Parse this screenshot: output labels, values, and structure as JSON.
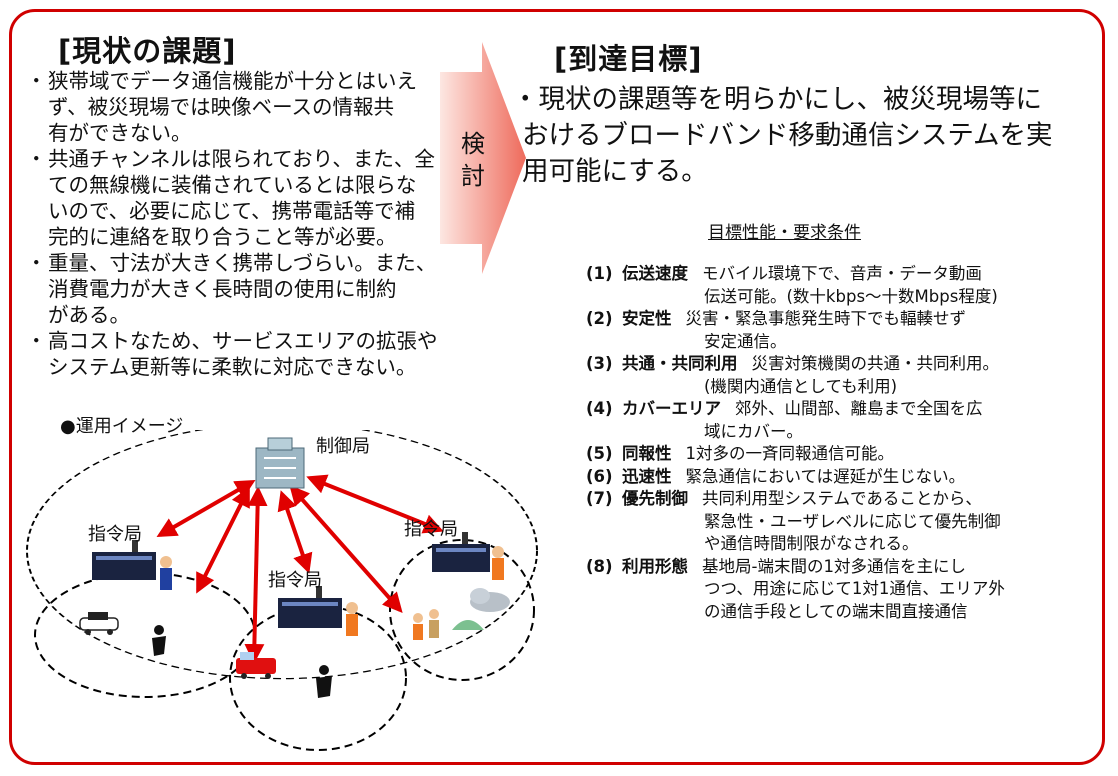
{
  "left": {
    "title": "[現状の課題]",
    "bullets": [
      {
        "lines": [
          "狭帯域でデータ通信機能が十分とはいえ",
          "ず、被災現場では映像ベースの情報共",
          "有ができない。"
        ]
      },
      {
        "lines": [
          "共通チャンネルは限られており、また、全",
          "ての無線機に装備されているとは限らな",
          "いので、必要に応じて、携帯電話等で補",
          "完的に連絡を取り合うこと等が必要。"
        ]
      },
      {
        "lines": [
          "重量、寸法が大きく携帯しづらい。また、",
          "消費電力が大きく長時間の使用に制約",
          "がある。"
        ]
      },
      {
        "lines": [
          "高コストなため、サービスエリアの拡張や",
          "システム更新等に柔軟に対応できない。"
        ]
      }
    ]
  },
  "arrow_label": [
    "検",
    "討"
  ],
  "right": {
    "title": "[到達目標]",
    "goal_lines": [
      "・現状の課題等を明らかにし、被災現場等に",
      "おけるブロードバンド移動通信システムを実",
      "用可能にする。"
    ],
    "requirements_heading": "目標性能・要求条件",
    "requirements": [
      {
        "num": "(1)",
        "name": "伝送速度",
        "lines": [
          "モバイル環境下で、音声・データ動画",
          "伝送可能。(数十kbps〜十数Mbps程度)"
        ]
      },
      {
        "num": "(2)",
        "name": "安定性",
        "lines": [
          "災害・緊急事態発生時下でも輻輳せず",
          "安定通信。"
        ]
      },
      {
        "num": "(3)",
        "name": "共通・共同利用",
        "lines": [
          "災害対策機関の共通・共同利用。",
          "(機関内通信としても利用)"
        ]
      },
      {
        "num": "(4)",
        "name": "カバーエリア",
        "lines": [
          "郊外、山間部、離島まで全国を広",
          "域にカバー。"
        ]
      },
      {
        "num": "(5)",
        "name": "同報性",
        "lines": [
          "1対多の一斉同報通信可能。"
        ]
      },
      {
        "num": "(6)",
        "name": "迅速性",
        "lines": [
          "緊急通信においては遅延が生じない。"
        ]
      },
      {
        "num": "(7)",
        "name": "優先制御",
        "lines": [
          "共同利用型システムであることから、",
          "緊急性・ユーザレベルに応じて優先制御",
          "や通信時間制限がなされる。"
        ]
      },
      {
        "num": "(8)",
        "name": "利用形態",
        "lines": [
          "基地局-端末間の1対多通信を主にし",
          "つつ、用途に応じて1対1通信、エリア外",
          "の通信手段としての端末間直接通信"
        ]
      }
    ]
  },
  "diagram": {
    "caption": "●運用イメージ",
    "control_station": "制御局",
    "command_stations": [
      "指令局",
      "指令局",
      "指令局"
    ]
  },
  "colors": {
    "frame": "#d00000",
    "arrows": "#e00000",
    "big_arrow_start": "#fde7e2",
    "big_arrow_end": "#ee6a5b"
  }
}
